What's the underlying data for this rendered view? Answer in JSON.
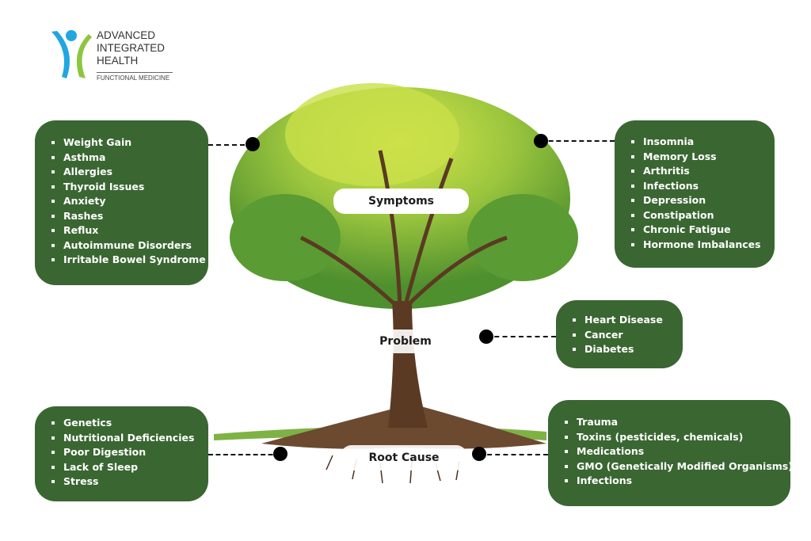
{
  "logo": {
    "line1": "ADVANCED",
    "line2": "INTEGRATED",
    "line3": "HEALTH",
    "sub": "FUNCTIONAL MEDICINE",
    "colors": {
      "blue": "#22a6e0",
      "green": "#8cc63f"
    }
  },
  "labels": {
    "symptoms": "Symptoms",
    "problem": "Problem",
    "root_cause": "Root Cause"
  },
  "symptoms_left": [
    "Weight Gain",
    "Asthma",
    "Allergies",
    "Thyroid Issues",
    "Anxiety",
    "Rashes",
    "Reflux",
    "Autoimmune Disorders",
    "Irritable Bowel Syndrome"
  ],
  "symptoms_right": [
    "Insomnia",
    "Memory Loss",
    "Arthritis",
    "Infections",
    "Depression",
    "Constipation",
    "Chronic Fatigue",
    "Hormone Imbalances"
  ],
  "problems": [
    "Heart Disease",
    "Cancer",
    "Diabetes"
  ],
  "root_left": [
    "Genetics",
    "Nutritional Deficiencies",
    "Poor Digestion",
    "Lack of Sleep",
    "Stress"
  ],
  "root_right": [
    "Trauma",
    "Toxins (pesticides, chemicals)",
    "Medications",
    "GMO (Genetically Modified Organisms)",
    "Infections"
  ],
  "colors": {
    "box": "#3a6632",
    "trunk": "#5a3a22",
    "leaf_dark": "#4e8f2e",
    "leaf_light": "#c9e04a"
  }
}
